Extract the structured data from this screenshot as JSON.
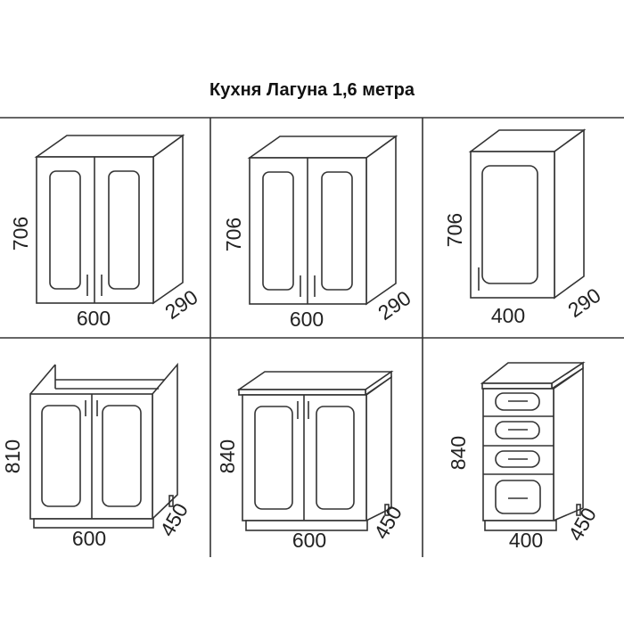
{
  "title": "Кухня Лагуна 1,6 метра",
  "cabinets": [
    {
      "height": "706",
      "width": "600",
      "depth": "290"
    },
    {
      "height": "706",
      "width": "600",
      "depth": "290"
    },
    {
      "height": "706",
      "width": "400",
      "depth": "290"
    },
    {
      "height": "810",
      "width": "600",
      "depth": "450"
    },
    {
      "height": "840",
      "width": "600",
      "depth": "450"
    },
    {
      "height": "840",
      "width": "400",
      "depth": "450"
    }
  ]
}
